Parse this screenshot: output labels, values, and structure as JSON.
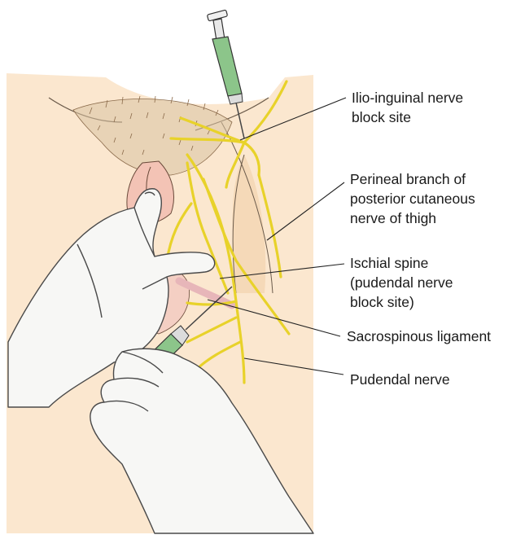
{
  "labels": {
    "ilioinguinal": [
      "Ilio-inguinal nerve",
      "block site"
    ],
    "perineal": [
      "Perineal branch of",
      "posterior cutaneous",
      "nerve of thigh"
    ],
    "ischial": [
      "Ischial spine",
      "(pudendal nerve",
      "block site)"
    ],
    "sacrospinous": [
      "Sacrospinous ligament"
    ],
    "pudendal": [
      "Pudendal nerve"
    ]
  },
  "colors": {
    "skin": "#fbe7cf",
    "skin_shadow": "#f2d3b2",
    "nerve": "#e8d22a",
    "glove": "#f7f7f5",
    "glove_outline": "#4a4a4a",
    "syringe_fluid": "#8cc58a",
    "ligament": "#e7b6b9",
    "hair": "#8a6a4a",
    "leader": "#222222"
  },
  "icons": [
    "syringe-icon",
    "needle-icon",
    "gloved-hand-icon"
  ]
}
